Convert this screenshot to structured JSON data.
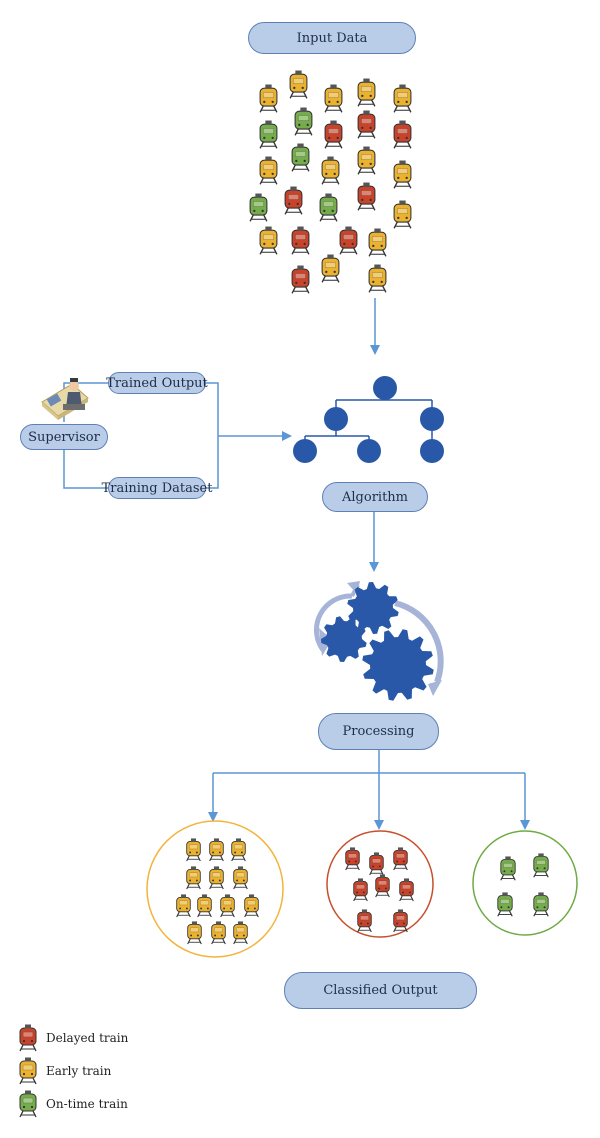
{
  "nodes": {
    "input_data": "Input Data",
    "trained_output": "Trained Output",
    "supervisor": "Supervisor",
    "training_dataset": "Training Dataset",
    "algorithm": "Algorithm",
    "processing": "Processing",
    "classified_output": "Classified Output"
  },
  "legend": {
    "delayed": "Delayed train",
    "early": "Early train",
    "on_time": "On-time train"
  },
  "colors": {
    "delayed": "#c9432b",
    "early": "#eab22f",
    "on_time": "#76ad4c",
    "node_fill": "#b9cde9",
    "node_border": "#5f80b5",
    "arrow": "#5b96d6",
    "tree": "#2a58a8",
    "gear": "#2a58a8",
    "circle_early": "#f2b43a",
    "circle_delayed": "#c6502b",
    "circle_on_time": "#6faa44"
  },
  "icons": {
    "train": "train-icon",
    "supervisor": "person-at-desk-icon",
    "gears": "gears-icon",
    "tree": "tree-icon"
  },
  "trains": {
    "input": [
      "early",
      "early",
      "early",
      "early",
      "early",
      "on_time",
      "on_time",
      "delayed",
      "delayed",
      "delayed",
      "early",
      "on_time",
      "early",
      "early",
      "early",
      "on_time",
      "delayed",
      "on_time",
      "delayed",
      "early",
      "early",
      "delayed",
      "delayed",
      "early",
      "delayed",
      "early",
      "early"
    ],
    "early_group": 14,
    "delayed_group": 8,
    "on_time_group": 4
  }
}
